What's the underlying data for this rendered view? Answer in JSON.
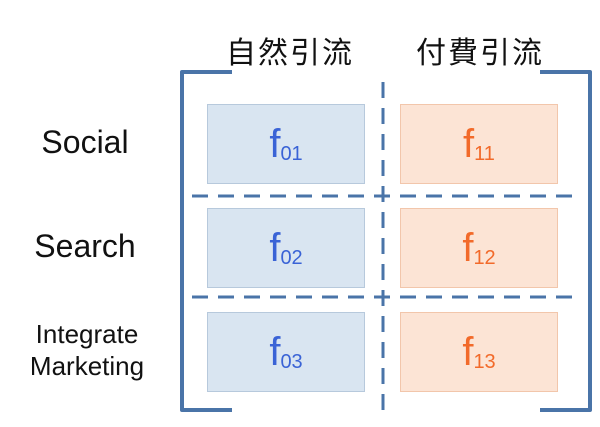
{
  "columns": {
    "organic": "自然引流",
    "paid": "付費引流"
  },
  "rows": {
    "social": "Social",
    "search": "Search",
    "integrate_line1": "Integrate",
    "integrate_line2": "Marketing"
  },
  "cells": {
    "f01": {
      "base": "f",
      "sub": "01"
    },
    "f11": {
      "base": "f",
      "sub": "11"
    },
    "f02": {
      "base": "f",
      "sub": "02"
    },
    "f12": {
      "base": "f",
      "sub": "12"
    },
    "f03": {
      "base": "f",
      "sub": "03"
    },
    "f13": {
      "base": "f",
      "sub": "13"
    }
  },
  "colors": {
    "organic_fill": "#d9e5f1",
    "organic_text": "#3a63d6",
    "paid_fill": "#fce4d5",
    "paid_text": "#f26a2a",
    "bracket": "#4a74a8",
    "divider": "#4a74a8"
  }
}
